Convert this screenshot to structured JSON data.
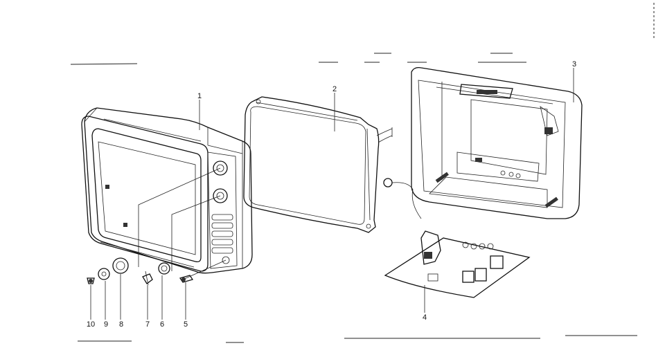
{
  "parts": {
    "p1": "1",
    "p2": "2",
    "p3": "3",
    "p4": "4",
    "p5": "5",
    "p6": "6",
    "p7": "7",
    "p8": "8",
    "p9": "9",
    "p10": "10"
  },
  "colors": {
    "ink": "#111111",
    "background": "#ffffff"
  }
}
